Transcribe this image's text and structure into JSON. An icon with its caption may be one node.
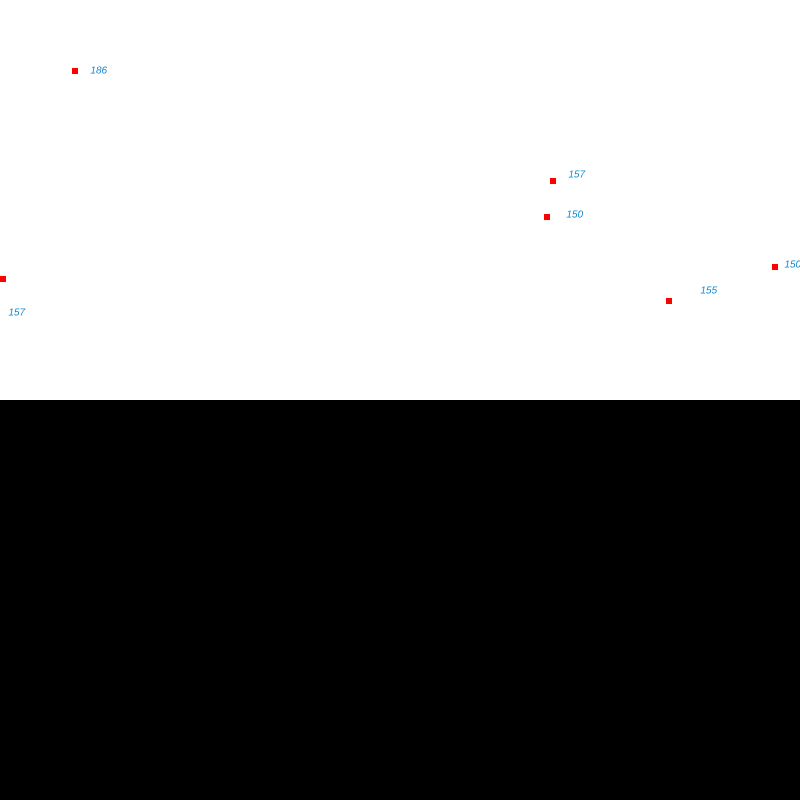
{
  "diagram": {
    "labels": [
      "186",
      "157",
      "150",
      "155",
      "150",
      "157"
    ]
  }
}
